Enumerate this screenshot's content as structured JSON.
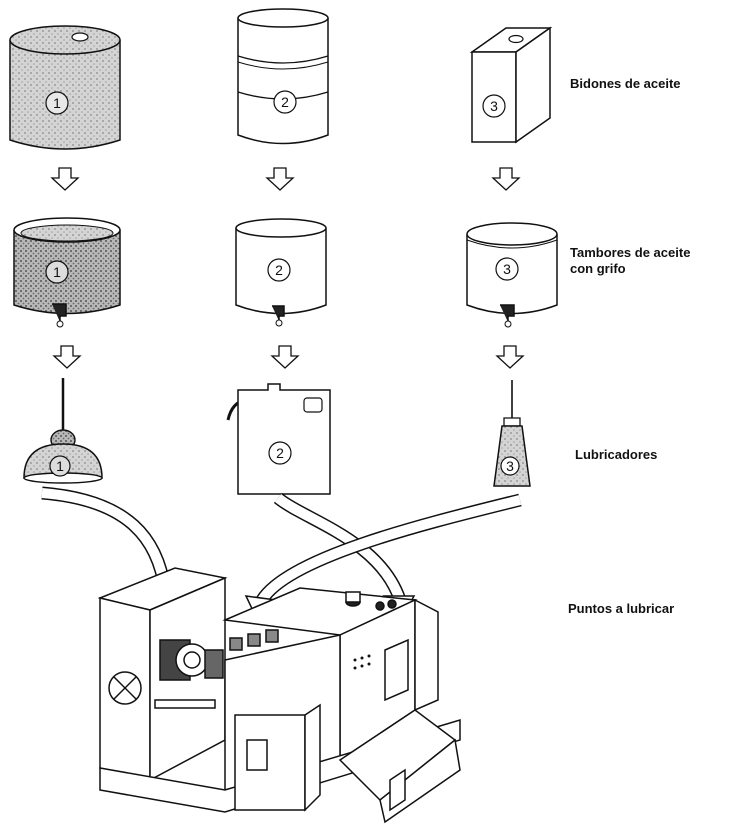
{
  "labels": {
    "oil_containers": "Bidones de aceite",
    "oil_drums_line1": "Tambores de aceite",
    "oil_drums_line2": "con grifo",
    "lubricators": "Lubricadores",
    "lubrication_points": "Puntos a lubricar"
  },
  "markers": {
    "one": "1",
    "two": "2",
    "three": "3"
  },
  "colors": {
    "ink": "#111111",
    "stipple": "#c9c9c9",
    "dark_stipple": "#9a9a9a",
    "background": "#ffffff"
  }
}
